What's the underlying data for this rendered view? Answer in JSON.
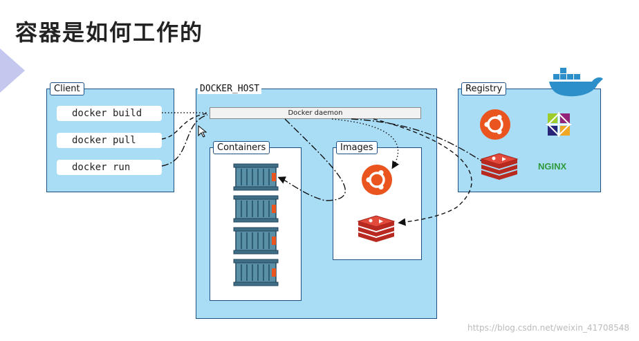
{
  "title": "容器是如何工作的",
  "client": {
    "label": "Client",
    "commands": [
      "docker build",
      "docker pull",
      "docker run"
    ]
  },
  "host": {
    "label": "DOCKER_HOST",
    "daemon": "Docker daemon",
    "containers_label": "Containers",
    "images_label": "Images"
  },
  "registry": {
    "label": "Registry",
    "nginx": "NGINX"
  },
  "watermark": "https://blog.csdn.net/weixin_41708548",
  "colors": {
    "panel": "#a9dcf5",
    "border": "#1b4f80",
    "ubuntu": "#e9541f",
    "redis": "#d9382d",
    "nginx": "#2e9a3a"
  }
}
